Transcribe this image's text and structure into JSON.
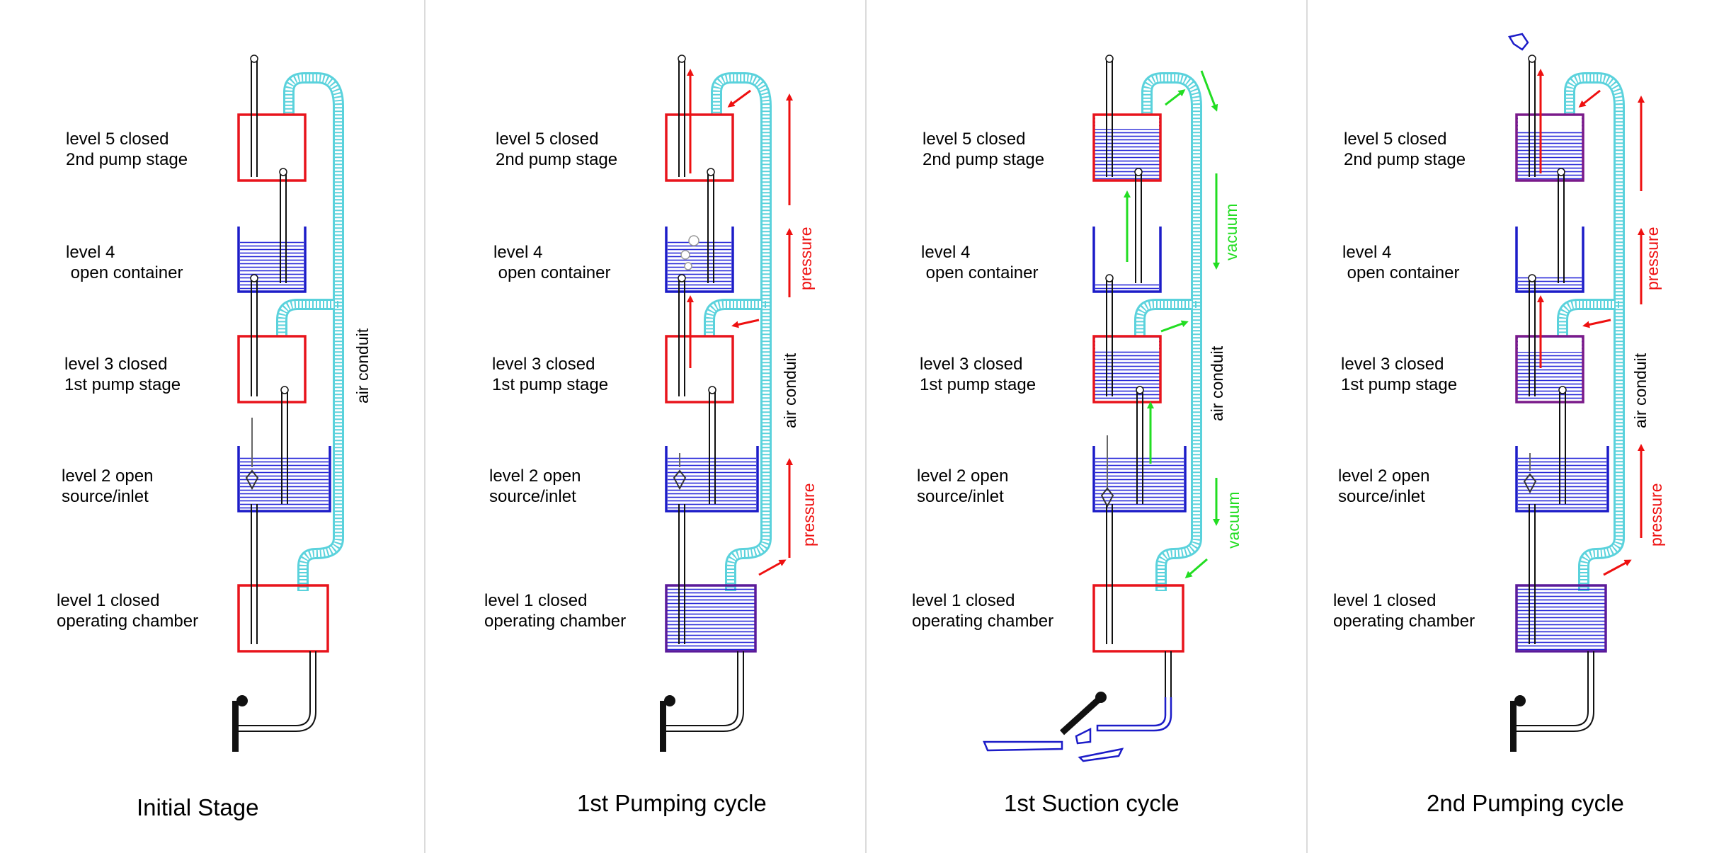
{
  "panels": [
    {
      "title": "Initial Stage",
      "labels": [
        [
          "level 5 closed",
          "2nd pump stage"
        ],
        [
          "level 4",
          " open container"
        ],
        [
          "level 3 closed",
          "1st pump stage"
        ],
        [
          "level 2 open",
          "source/inlet"
        ],
        [
          "level 1 closed",
          "operating chamber"
        ]
      ],
      "conduit_label": "air conduit",
      "side_texts": []
    },
    {
      "title": "1st Pumping cycle",
      "labels": [
        [
          "level 5 closed",
          "2nd pump stage"
        ],
        [
          "level 4",
          " open container"
        ],
        [
          "level 3 closed",
          "1st pump stage"
        ],
        [
          "level 2 open",
          "source/inlet"
        ],
        [
          "level 1 closed",
          "operating chamber"
        ]
      ],
      "conduit_label": "air conduit",
      "side_texts": [
        "pressure",
        "pressure"
      ]
    },
    {
      "title": "1st Suction cycle",
      "labels": [
        [
          "level 5 closed",
          "2nd pump stage"
        ],
        [
          "level 4",
          " open container"
        ],
        [
          "level 3 closed",
          "1st pump stage"
        ],
        [
          "level 2 open",
          "source/inlet"
        ],
        [
          "level 1 closed",
          "operating chamber"
        ]
      ],
      "conduit_label": "air conduit",
      "side_texts": [
        "vacuum",
        "vacuum"
      ]
    },
    {
      "title": "2nd Pumping cycle",
      "labels": [
        [
          "level 5 closed",
          "2nd pump stage"
        ],
        [
          "level 4",
          " open container"
        ],
        [
          "level 3 closed",
          "1st pump stage"
        ],
        [
          "level 2 open",
          "source/inlet"
        ],
        [
          "level 1 closed",
          "operating chamber"
        ]
      ],
      "conduit_label": "air conduit",
      "side_texts": [
        "pressure",
        "pressure"
      ]
    }
  ],
  "colors": {
    "closed_chamber": "#e8141c",
    "open_container": "#1c1cc8",
    "water": "#2828d8",
    "air_conduit": "#5ad2dc",
    "pressure_arrow": "#ee1010",
    "vacuum_arrow": "#22dd22",
    "pipe": "#111111",
    "divider": "#c8c8c8"
  },
  "icons": [
    "hand-pump-handle-icon",
    "broken-pipe-icon",
    "water-splash-icon",
    "air-bubble-icon",
    "float-valve-icon"
  ]
}
